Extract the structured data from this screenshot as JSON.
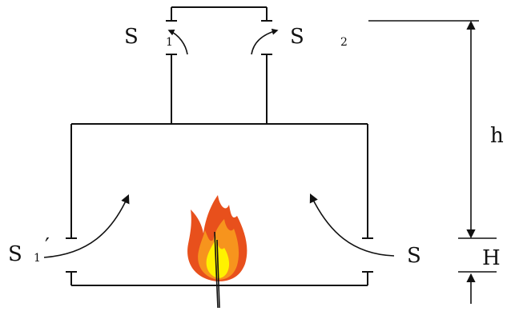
{
  "labels": {
    "s1_top": "S",
    "s1_top_sub": "1",
    "s2_top": "S",
    "s2_top_sub": "2",
    "s1_prime": "S",
    "s1_prime_sub": "1",
    "s1_prime_mark": "′",
    "s_right": "S",
    "h": "h",
    "H": "H"
  },
  "colors": {
    "stroke": "#111111",
    "flame_outer": "#e8501c",
    "flame_mid": "#f7941d",
    "flame_inner": "#fff200"
  }
}
